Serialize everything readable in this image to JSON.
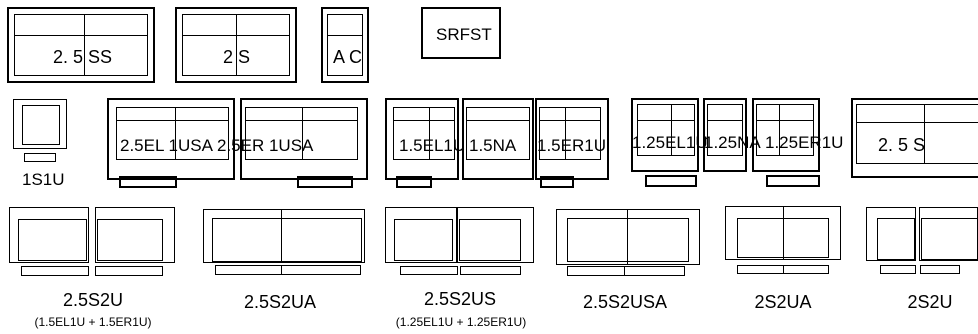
{
  "row1": {
    "sofa_2_5ss": "2. 5 SS",
    "sofa_2s": "2 S",
    "sofa_ac": "A C",
    "srfst": "SRFST"
  },
  "row2": {
    "label_1s1u": "1S1U",
    "label_2_5el1usa": "2.5EL 1USA",
    "label_2_5er1usa": "2.5ER 1USA",
    "label_1_5el1u": "1.5EL1U",
    "label_1_5na": "1.5NA",
    "label_1_5er1u": "1.5ER1U",
    "label_1_25el1u": "1.25EL1U",
    "label_1_25na": "1.25NA",
    "label_1_25er1u": "1.25ER1U",
    "label_2_5s": "2. 5 S"
  },
  "row3": {
    "cap_2_5s2u": "2.5S2U",
    "sub_2_5s2u": "(1.5EL1U + 1.5ER1U)",
    "cap_2_5s2ua": "2.5S2UA",
    "cap_2_5s2us": "2.5S2US",
    "sub_2_5s2us": "(1.25EL1U + 1.25ER1U)",
    "cap_2_5s2usa": "2.5S2USA",
    "cap_2s2ua": "2S2UA",
    "cap_2s2u": "2S2U"
  }
}
